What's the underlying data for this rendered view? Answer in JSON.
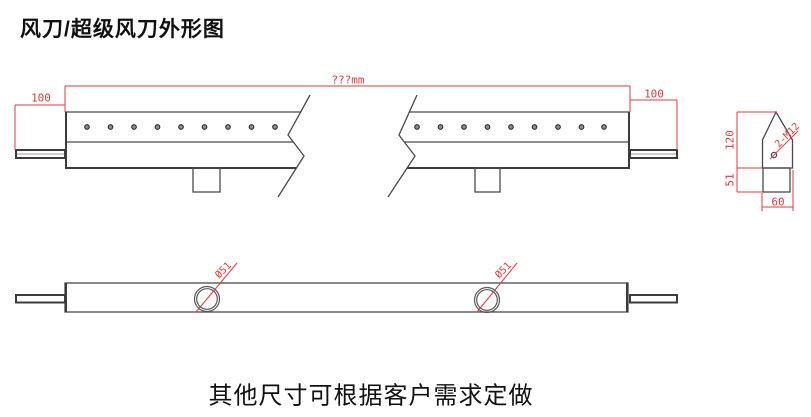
{
  "title": "风刀/超级风刀外形图",
  "footer_note": "其他尺寸可根据客户需求定做",
  "colors": {
    "line": "#4a4a4a",
    "dim": "#dd3c3c"
  },
  "top_view": {
    "total_length_label": "???mm",
    "left_pipe_length_label": "100",
    "right_pipe_length_label": "100"
  },
  "side_view": {
    "height_label": "120",
    "base_height_label": "51",
    "base_width_label": "60",
    "thread_holes_label": "2-M12"
  },
  "bottom_view": {
    "pipe_diameter_labels": [
      "Ø51",
      "Ø51"
    ]
  }
}
